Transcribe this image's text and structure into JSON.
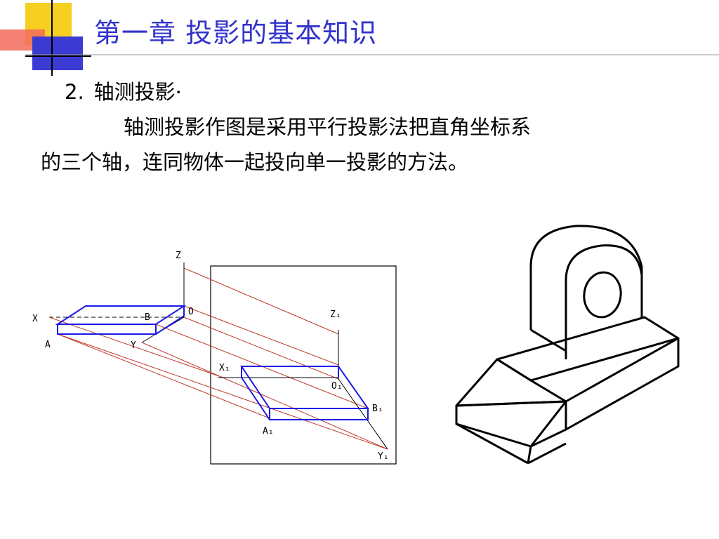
{
  "slide": {
    "title": "第一章 投影的基本知识"
  },
  "section": {
    "number": "2.",
    "heading": "轴测投影·"
  },
  "body": {
    "line1": "轴测投影作图是采用平行投影法把直角坐标系",
    "line2": "的三个轴，连同物体一起投向单一投影的方法。"
  },
  "diagram": {
    "labels": {
      "z": "Z",
      "x": "X",
      "o": "O",
      "a": "A",
      "b": "B",
      "y": "Y",
      "z1": "Z₁",
      "x1": "X₁",
      "o1": "O₁",
      "a1": "A₁",
      "b1": "B₁",
      "y1": "Y₁"
    },
    "colors": {
      "object": "#1a1ae6",
      "projection_rays": "#c0392b",
      "frame": "#000000",
      "title": "#3333cc"
    }
  }
}
